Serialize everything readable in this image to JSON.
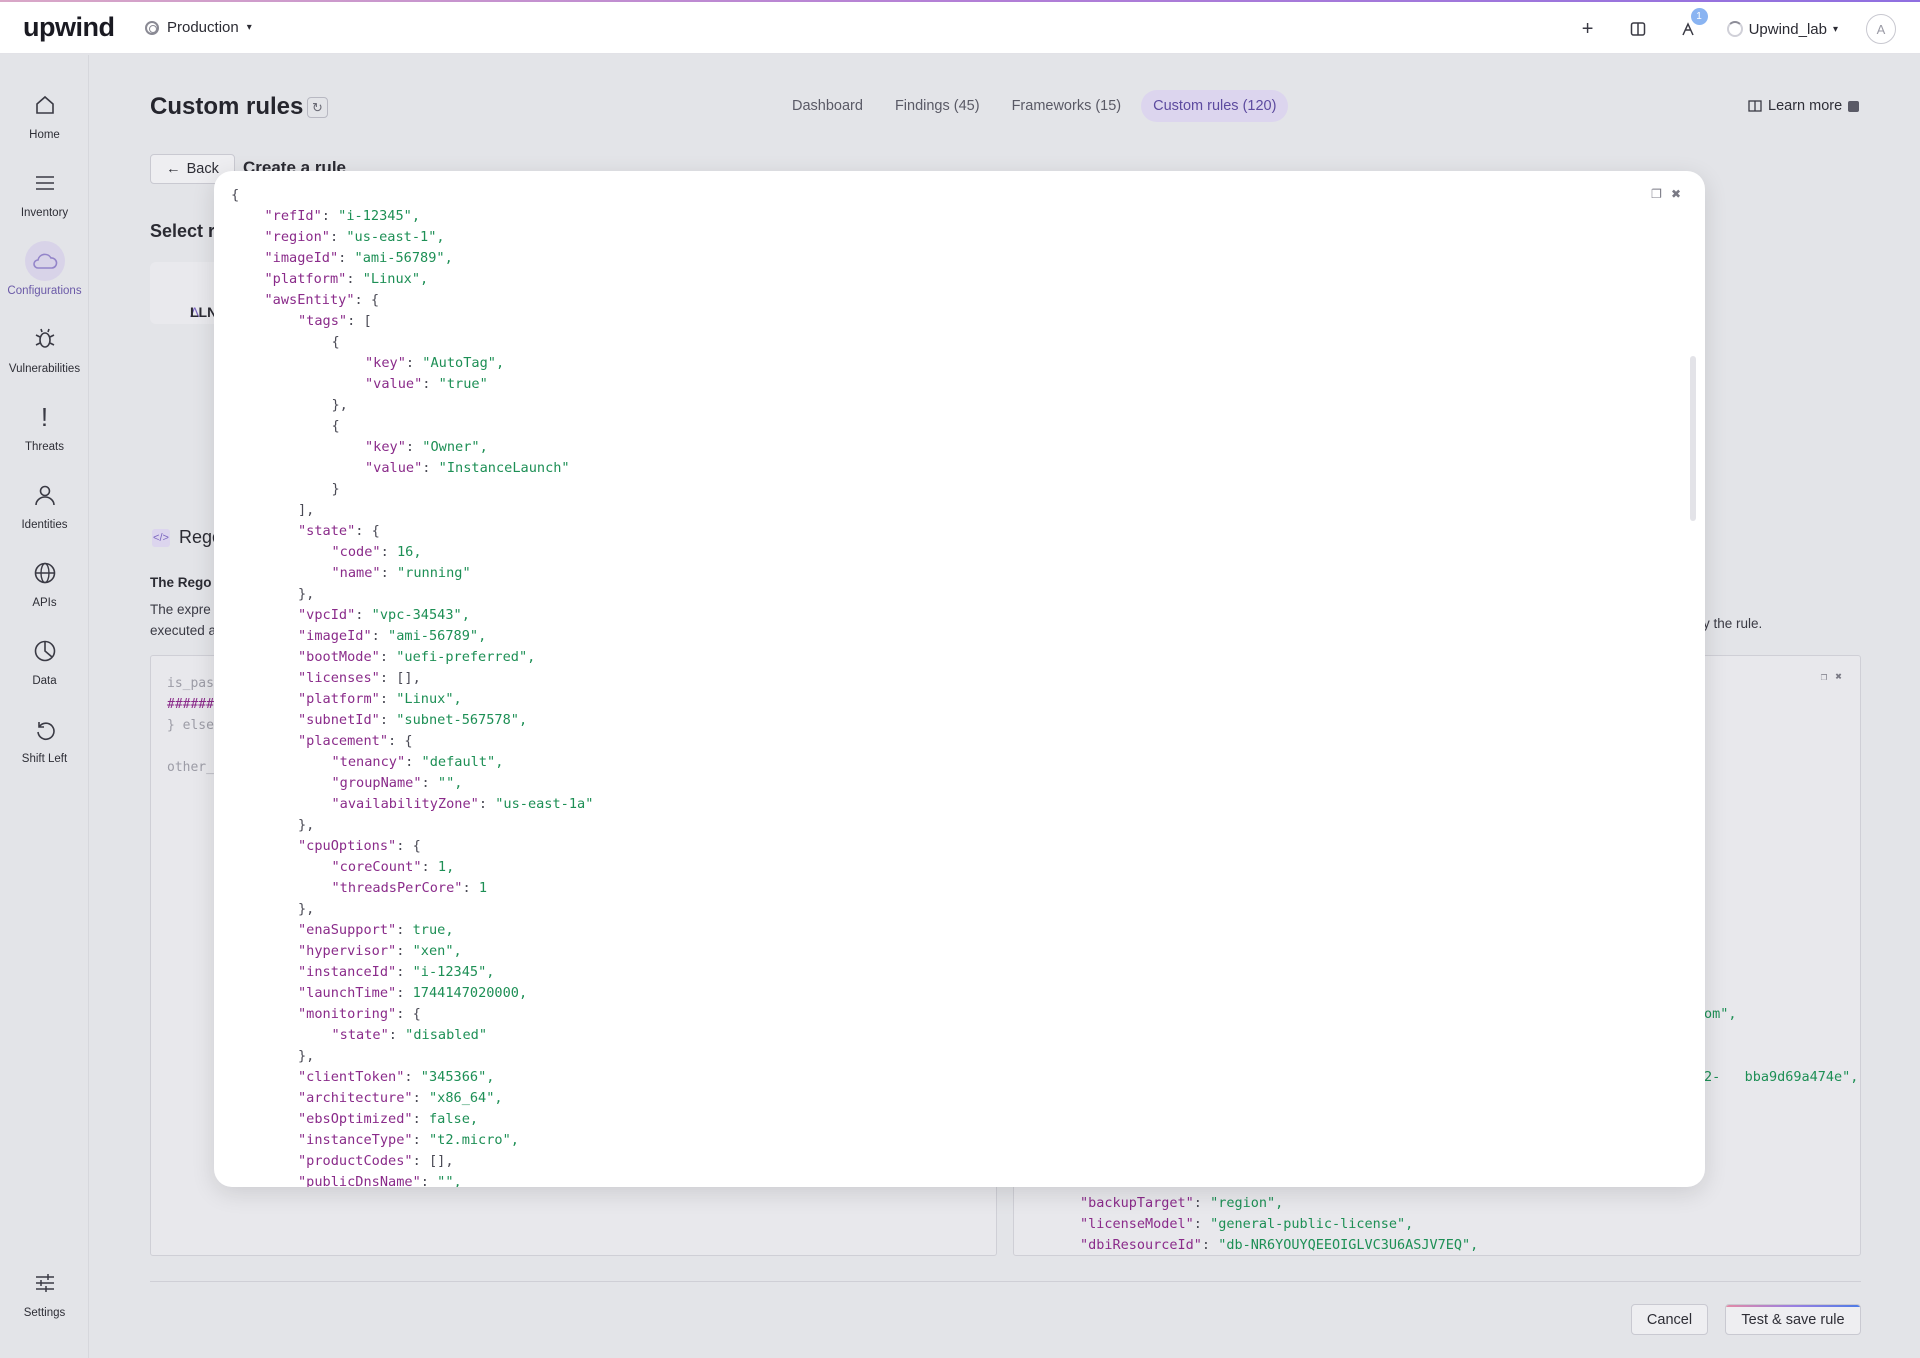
{
  "header": {
    "logo": "upwind",
    "environment": "Production",
    "notification_count": "1",
    "tenant": "Upwind_lab",
    "avatar_initial": "A"
  },
  "sidebar": {
    "items": [
      {
        "label": "Home",
        "icon": "home-icon"
      },
      {
        "label": "Inventory",
        "icon": "list-icon"
      },
      {
        "label": "Configurations",
        "icon": "cloud-icon"
      },
      {
        "label": "Vulnerabilities",
        "icon": "bug-icon"
      },
      {
        "label": "Threats",
        "icon": "exclamation-icon"
      },
      {
        "label": "Identities",
        "icon": "person-icon"
      },
      {
        "label": "APIs",
        "icon": "globe-icon"
      },
      {
        "label": "Data",
        "icon": "pie-icon"
      },
      {
        "label": "Shift Left",
        "icon": "undo-icon"
      },
      {
        "label": "Settings",
        "icon": "sliders-icon"
      }
    ]
  },
  "page": {
    "title": "Custom rules",
    "tabs": [
      "Dashboard",
      "Findings (45)",
      "Frameworks (15)",
      "Custom rules (120)"
    ],
    "active_tab": "Custom rules (120)",
    "learn_more": "Learn more",
    "back": "Back",
    "breadcrumb": "Create a rule",
    "select_title": "Select r",
    "llm_card": "LLN",
    "rego_title": "Rego",
    "rego_subtitle": "The Rego",
    "rego_desc_line1": "The expre",
    "rego_desc_line2": "executed a",
    "rego_desc_tail": "ly the rule.",
    "cancel": "Cancel",
    "save": "Test & save rule"
  },
  "editor_left": {
    "lines": [
      "is_pas",
      "######",
      "} else",
      "",
      "other_"
    ]
  },
  "editor_right": {
    "visible_fragments": [
      {
        "text": "om\",",
        "kind": "s"
      },
      {
        "text": "2-   bba9d69a474e\",",
        "kind": "s"
      }
    ],
    "tail_lines": [
      {
        "key": "\"backupTarget\"",
        "value": "\"region\""
      },
      {
        "key": "\"licenseModel\"",
        "value": "\"general-public-license\""
      },
      {
        "key": "\"dbiResourceId\"",
        "value": "\"db-NR6YOUYQEEOIGLVC3U6ASJV7EQ\""
      }
    ]
  },
  "modal": {
    "code_lines": [
      {
        "indent": 0,
        "key": "",
        "value": "{",
        "kind": "p"
      },
      {
        "indent": 1,
        "key": "\"refId\"",
        "value": "\"i-12345\",",
        "kind": "s"
      },
      {
        "indent": 1,
        "key": "\"region\"",
        "value": "\"us-east-1\",",
        "kind": "s"
      },
      {
        "indent": 1,
        "key": "\"imageId\"",
        "value": "\"ami-56789\",",
        "kind": "s"
      },
      {
        "indent": 1,
        "key": "\"platform\"",
        "value": "\"Linux\",",
        "kind": "s"
      },
      {
        "indent": 1,
        "key": "\"awsEntity\"",
        "value": "{",
        "kind": "p"
      },
      {
        "indent": 2,
        "key": "\"tags\"",
        "value": "[",
        "kind": "p"
      },
      {
        "indent": 3,
        "key": "",
        "value": "{",
        "kind": "p"
      },
      {
        "indent": 4,
        "key": "\"key\"",
        "value": "\"AutoTag\",",
        "kind": "s"
      },
      {
        "indent": 4,
        "key": "\"value\"",
        "value": "\"true\"",
        "kind": "s"
      },
      {
        "indent": 3,
        "key": "",
        "value": "},",
        "kind": "p"
      },
      {
        "indent": 3,
        "key": "",
        "value": "{",
        "kind": "p"
      },
      {
        "indent": 4,
        "key": "\"key\"",
        "value": "\"Owner\",",
        "kind": "s"
      },
      {
        "indent": 4,
        "key": "\"value\"",
        "value": "\"InstanceLaunch\"",
        "kind": "s"
      },
      {
        "indent": 3,
        "key": "",
        "value": "}",
        "kind": "p"
      },
      {
        "indent": 2,
        "key": "",
        "value": "],",
        "kind": "p"
      },
      {
        "indent": 2,
        "key": "\"state\"",
        "value": "{",
        "kind": "p"
      },
      {
        "indent": 3,
        "key": "\"code\"",
        "value": "16,",
        "kind": "n"
      },
      {
        "indent": 3,
        "key": "\"name\"",
        "value": "\"running\"",
        "kind": "s"
      },
      {
        "indent": 2,
        "key": "",
        "value": "},",
        "kind": "p"
      },
      {
        "indent": 2,
        "key": "\"vpcId\"",
        "value": "\"vpc-34543\",",
        "kind": "s"
      },
      {
        "indent": 2,
        "key": "\"imageId\"",
        "value": "\"ami-56789\",",
        "kind": "s"
      },
      {
        "indent": 2,
        "key": "\"bootMode\"",
        "value": "\"uefi-preferred\",",
        "kind": "s"
      },
      {
        "indent": 2,
        "key": "\"licenses\"",
        "value": "[],",
        "kind": "p"
      },
      {
        "indent": 2,
        "key": "\"platform\"",
        "value": "\"Linux\",",
        "kind": "s"
      },
      {
        "indent": 2,
        "key": "\"subnetId\"",
        "value": "\"subnet-567578\",",
        "kind": "s"
      },
      {
        "indent": 2,
        "key": "\"placement\"",
        "value": "{",
        "kind": "p"
      },
      {
        "indent": 3,
        "key": "\"tenancy\"",
        "value": "\"default\",",
        "kind": "s"
      },
      {
        "indent": 3,
        "key": "\"groupName\"",
        "value": "\"\",",
        "kind": "s"
      },
      {
        "indent": 3,
        "key": "\"availabilityZone\"",
        "value": "\"us-east-1a\"",
        "kind": "s"
      },
      {
        "indent": 2,
        "key": "",
        "value": "},",
        "kind": "p"
      },
      {
        "indent": 2,
        "key": "\"cpuOptions\"",
        "value": "{",
        "kind": "p"
      },
      {
        "indent": 3,
        "key": "\"coreCount\"",
        "value": "1,",
        "kind": "n"
      },
      {
        "indent": 3,
        "key": "\"threadsPerCore\"",
        "value": "1",
        "kind": "n"
      },
      {
        "indent": 2,
        "key": "",
        "value": "},",
        "kind": "p"
      },
      {
        "indent": 2,
        "key": "\"enaSupport\"",
        "value": "true,",
        "kind": "n"
      },
      {
        "indent": 2,
        "key": "\"hypervisor\"",
        "value": "\"xen\",",
        "kind": "s"
      },
      {
        "indent": 2,
        "key": "\"instanceId\"",
        "value": "\"i-12345\",",
        "kind": "s"
      },
      {
        "indent": 2,
        "key": "\"launchTime\"",
        "value": "1744147020000,",
        "kind": "n"
      },
      {
        "indent": 2,
        "key": "\"monitoring\"",
        "value": "{",
        "kind": "p"
      },
      {
        "indent": 3,
        "key": "\"state\"",
        "value": "\"disabled\"",
        "kind": "s"
      },
      {
        "indent": 2,
        "key": "",
        "value": "},",
        "kind": "p"
      },
      {
        "indent": 2,
        "key": "\"clientToken\"",
        "value": "\"345366\",",
        "kind": "s"
      },
      {
        "indent": 2,
        "key": "\"architecture\"",
        "value": "\"x86_64\",",
        "kind": "s"
      },
      {
        "indent": 2,
        "key": "\"ebsOptimized\"",
        "value": "false,",
        "kind": "n"
      },
      {
        "indent": 2,
        "key": "\"instanceType\"",
        "value": "\"t2.micro\",",
        "kind": "s"
      },
      {
        "indent": 2,
        "key": "\"productCodes\"",
        "value": "[],",
        "kind": "p"
      },
      {
        "indent": 2,
        "key": "\"publicDnsName\"",
        "value": "\"\",",
        "kind": "s"
      }
    ]
  },
  "colors": {
    "accent": "#6b5aa8",
    "active_tab_bg": "#dcd5ee",
    "json_key": "#8a2b8a",
    "json_value": "#1d8f55"
  }
}
